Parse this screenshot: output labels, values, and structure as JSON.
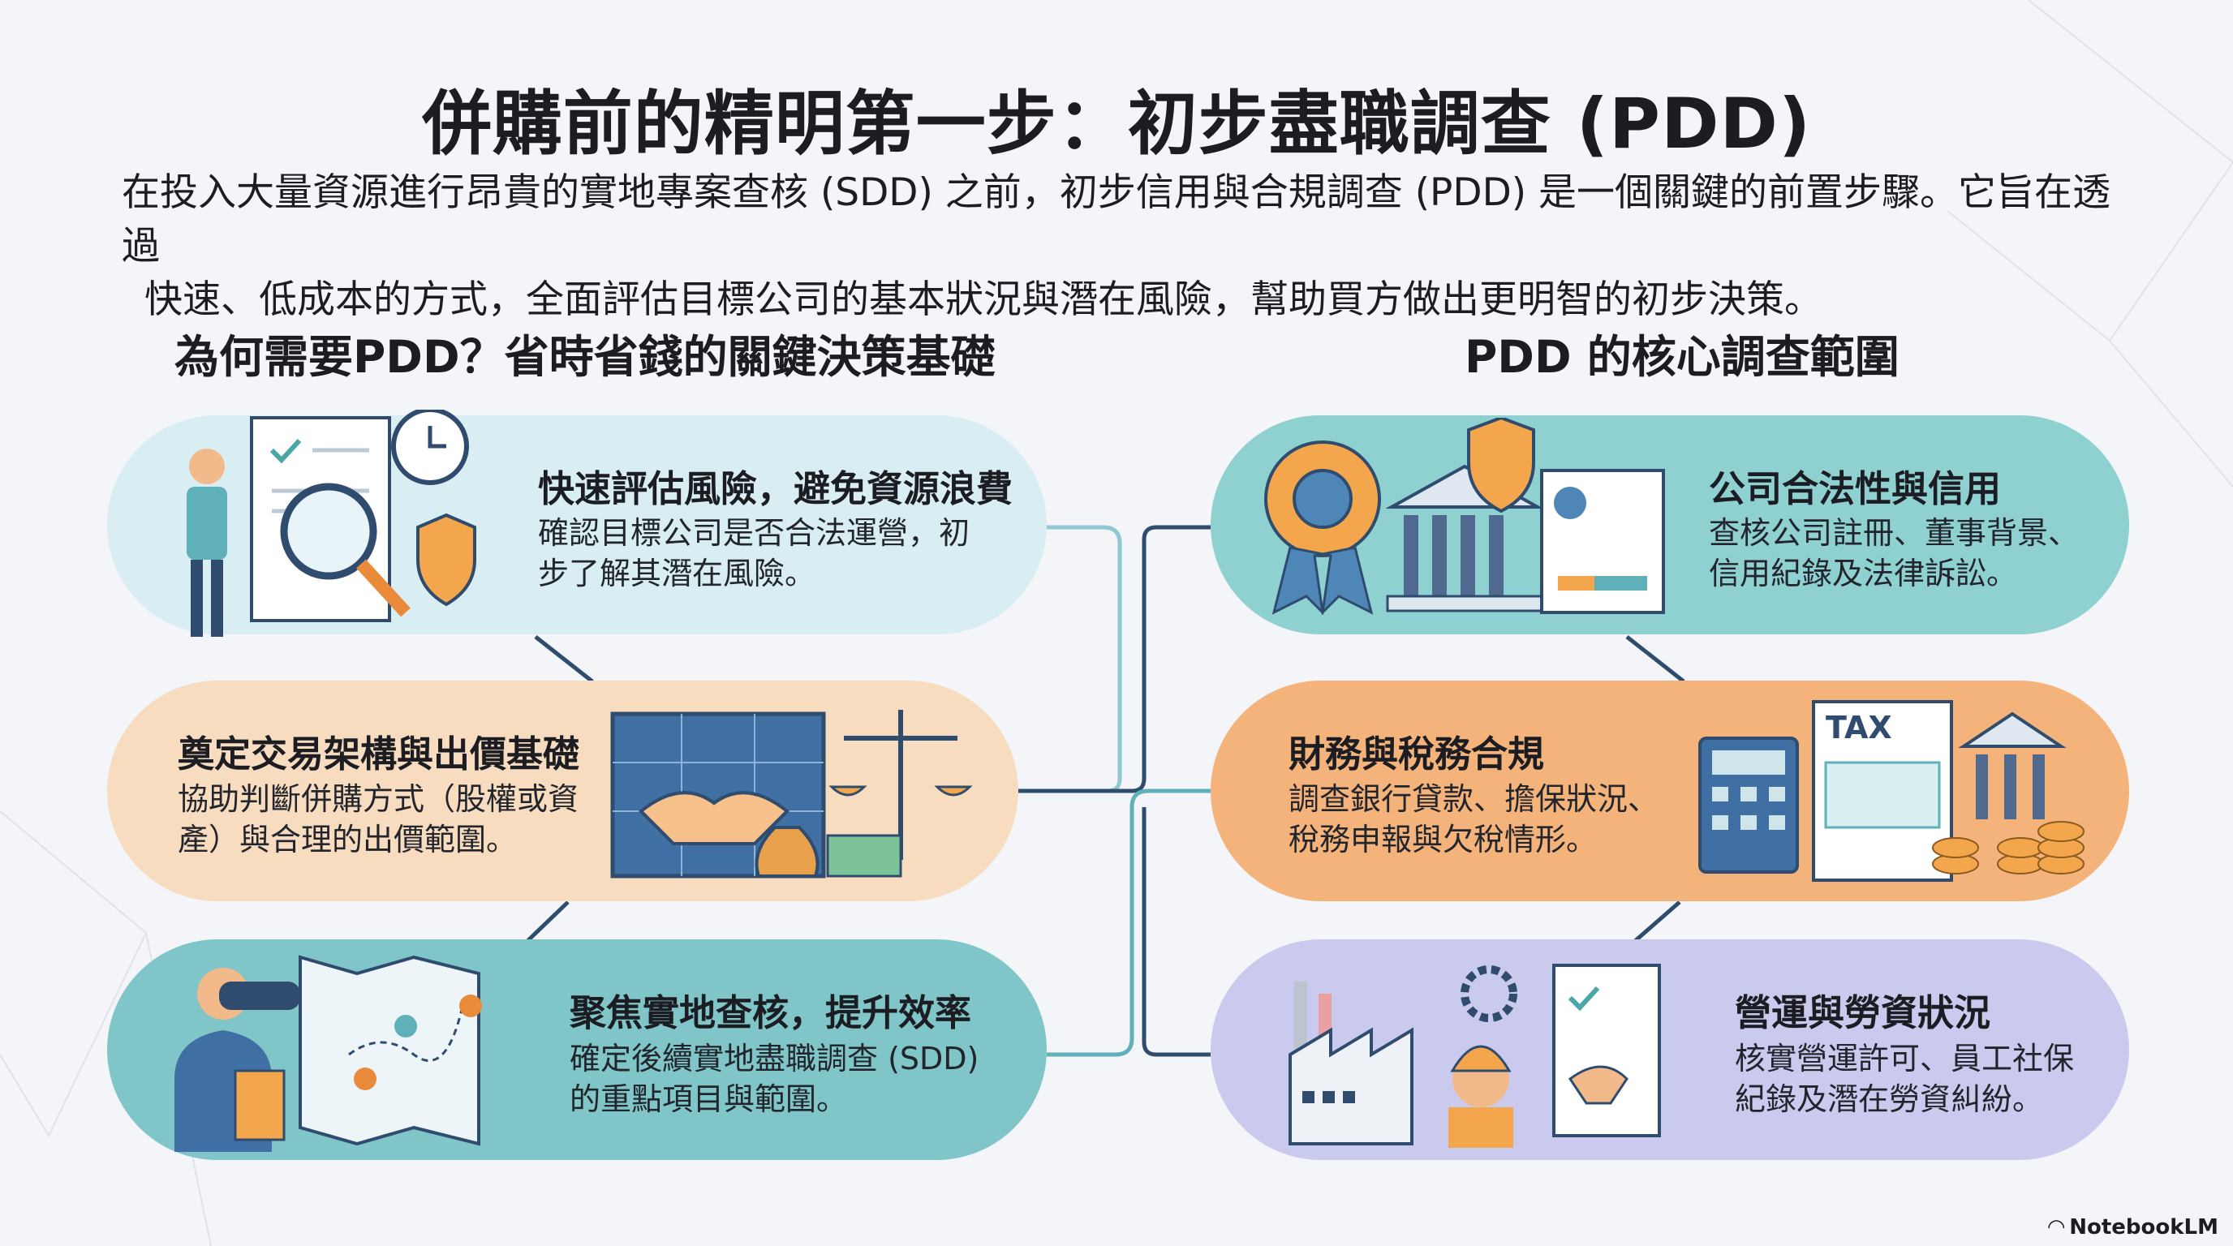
{
  "title": "併購前的精明第一步：初步盡職調查 (PDD)",
  "intro": [
    "在投入大量資源進行昂貴的實地專案查核 (SDD) 之前，初步信用與合規調查 (PDD) 是一個關鍵的前置步驟。它旨在透過",
    "快速、低成本的方式，全面評估目標公司的基本狀況與潛在風險，幫助買方做出更明智的初步決策。"
  ],
  "left": {
    "heading": "為何需要PDD？省時省錢的關鍵決策基礎",
    "cards": [
      {
        "title": "快速評估風險，避免資源浪費",
        "body": [
          "確認目標公司是否合法運營，初",
          "步了解其潛在風險。"
        ],
        "color": "#d9eef2"
      },
      {
        "title": "奠定交易架構與出價基礎",
        "body": [
          "協助判斷併購方式（股權或資",
          "產）與合理的出價範圍。"
        ],
        "color": "#f8dcc0"
      },
      {
        "title": "聚焦實地查核，提升效率",
        "body": [
          "確定後續實地盡職調查 (SDD)",
          "的重點項目與範圍。"
        ],
        "color": "#80c6c8"
      }
    ]
  },
  "right": {
    "heading": "PDD 的核心調查範圍",
    "cards": [
      {
        "title": "公司合法性與信用",
        "body": [
          "查核公司註冊、董事背景、",
          "信用紀錄及法律訴訟。"
        ],
        "color": "#8fd0d0"
      },
      {
        "title": "財務與稅務合規",
        "body": [
          "調查銀行貸款、擔保狀況、",
          "稅務申報與欠稅情形。"
        ],
        "color": "#f5b37c"
      },
      {
        "title": "營運與勞資狀況",
        "body": [
          "核實營運許可、員工社保",
          "紀錄及潛在勞資糾紛。"
        ],
        "color": "#cacaef"
      }
    ]
  },
  "illustration_labels": {
    "tax": "TAX"
  },
  "branding": "NotebookLM"
}
